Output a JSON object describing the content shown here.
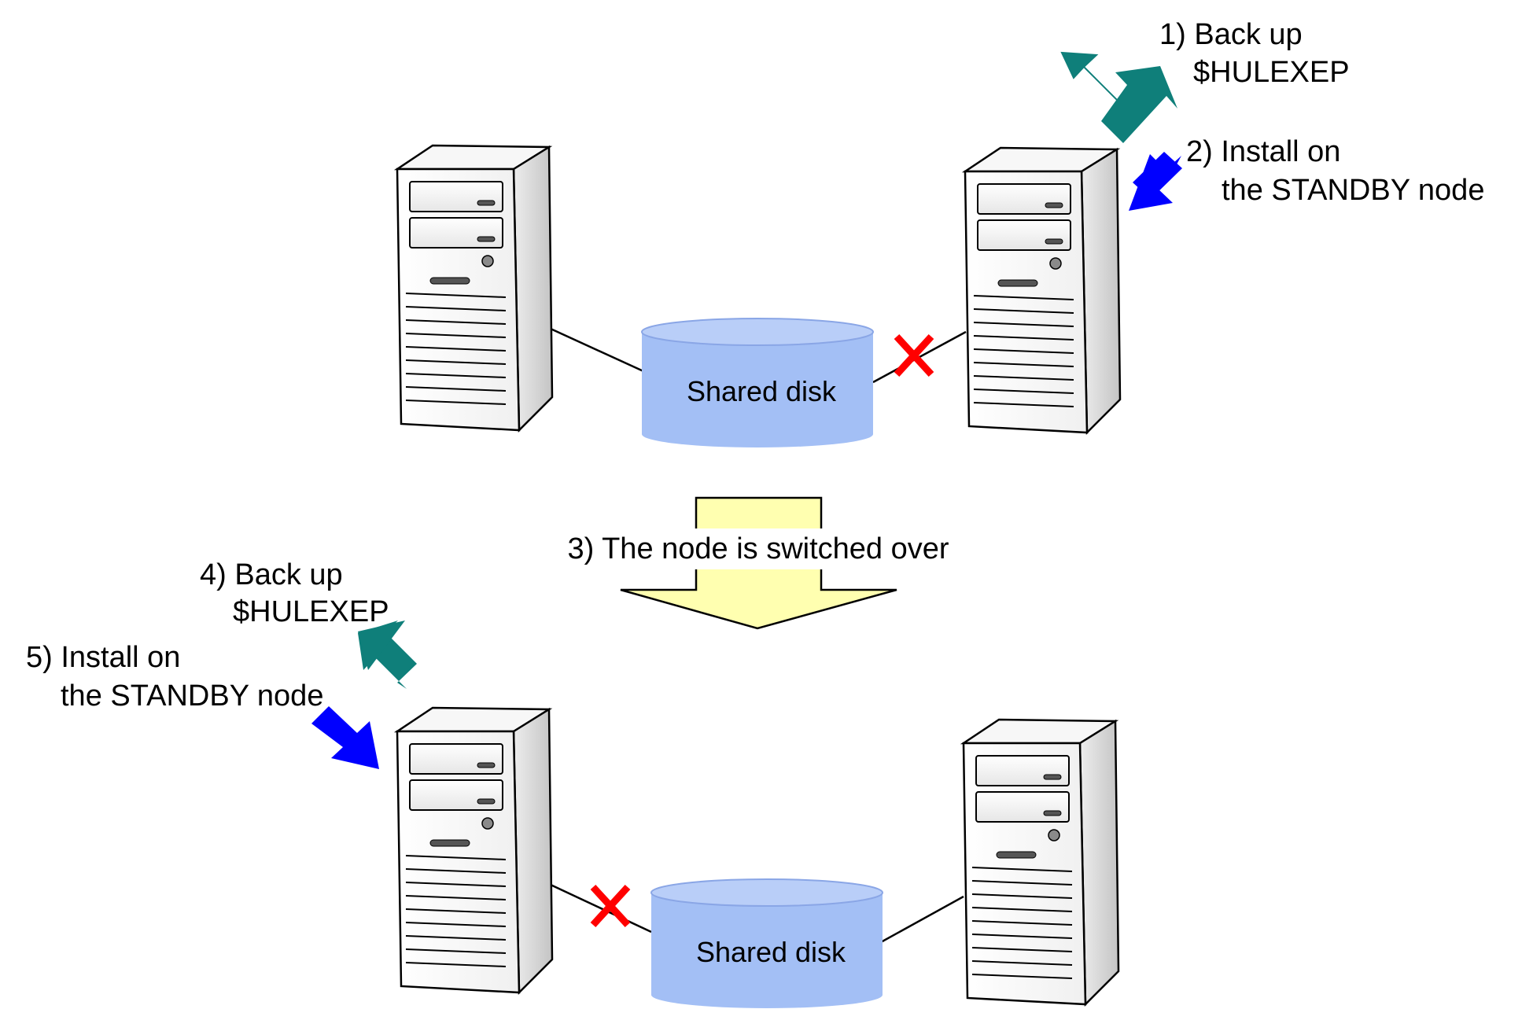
{
  "steps": {
    "step1": {
      "line1": "1) Back up",
      "line2": "$HULEXEP"
    },
    "step2": {
      "line1": "2) Install on",
      "line2": "the STANDBY node"
    },
    "step3": {
      "label": "3) The node is switched over"
    },
    "step4": {
      "line1": "4) Back up",
      "line2": "$HULEXEP"
    },
    "step5": {
      "line1": "5) Install on",
      "line2": "the STANDBY node"
    }
  },
  "disks": {
    "top": {
      "label": "Shared disk"
    },
    "bottom": {
      "label": "Shared disk"
    }
  },
  "colors": {
    "backup_arrow": "#0f7f7a",
    "install_arrow": "#0000ff",
    "disconnect_mark": "#ff0000",
    "disk_fill": "#a3bff5",
    "switch_arrow_fill": "#ffffb0"
  },
  "icons": {
    "server": "server-tower-icon",
    "disk": "shared-disk-cylinder",
    "disconnect": "red-x-mark"
  }
}
